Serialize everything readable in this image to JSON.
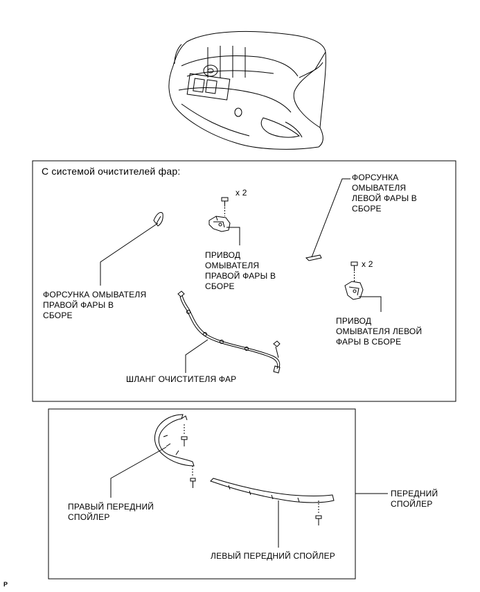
{
  "top_panel": {
    "title": "С системой очистителей фар:",
    "labels": {
      "left_nozzle": "ФОРСУНКА ОМЫВАТЕЛЯ\nПРАВОЙ ФАРЫ В\nСБОРЕ",
      "right_actuator": "ПРИВОД\nОМЫВАТЕЛЯ\nПРАВОЙ ФАРЫ В\nСБОРЕ",
      "left_head_nozzle": "ФОРСУНКА\nОМЫВАТЕЛЯ\nЛЕВОЙ ФАРЫ В\nСБОРЕ",
      "left_actuator": "ПРИВОД\nОМЫВАТЕЛЯ ЛЕВОЙ\nФАРЫ В СБОРЕ",
      "hose": "ШЛАНГ ОЧИСТИТЕЛЯ ФАР"
    },
    "qty_1": "x 2",
    "qty_2": "x 2"
  },
  "bottom_panel": {
    "labels": {
      "right_spoiler": "ПРАВЫЙ ПЕРЕДНИЙ\nСПОЙЛЕР",
      "left_spoiler": "ЛЕВЫЙ ПЕРЕДНИЙ СПОЙЛЕР",
      "front_spoiler": "ПЕРЕДНИЙ\nСПОЙЛЕР"
    }
  },
  "corner_mark": "P"
}
